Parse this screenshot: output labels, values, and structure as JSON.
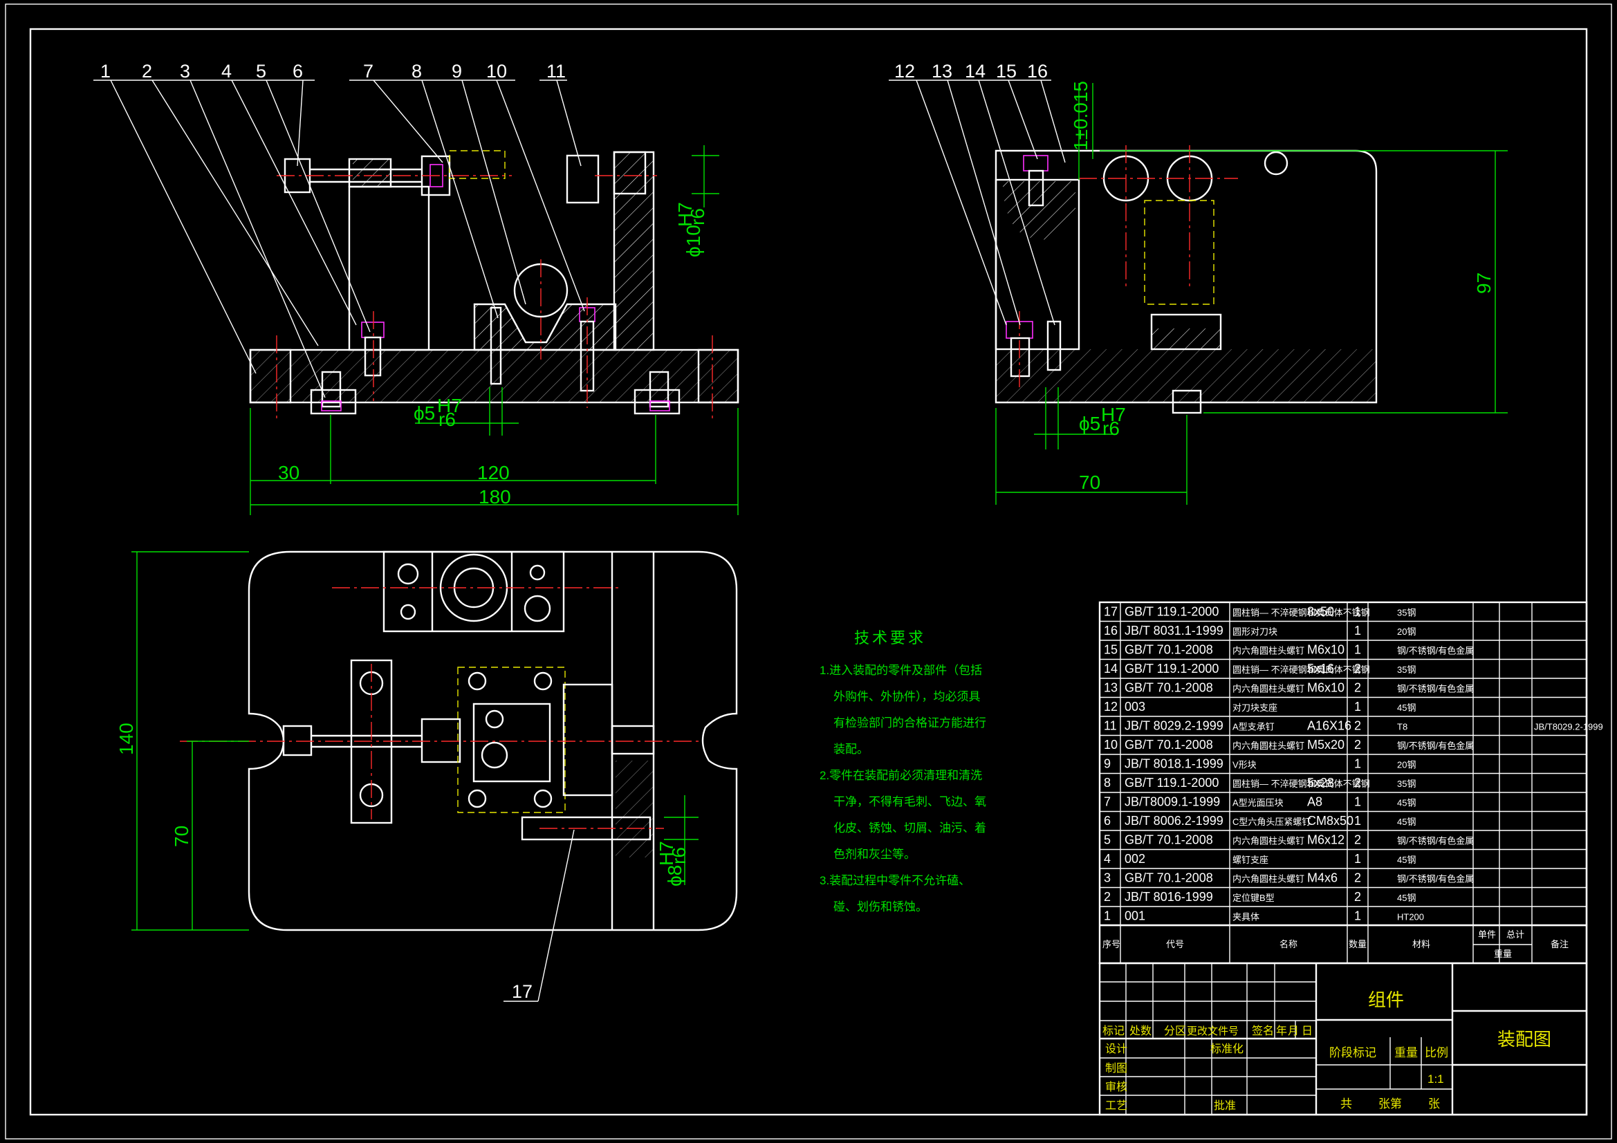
{
  "leaders_front": [
    "1",
    "2",
    "3",
    "4",
    "5",
    "6",
    "7",
    "8",
    "9",
    "10",
    "11"
  ],
  "leaders_side": [
    "12",
    "13",
    "14",
    "15",
    "16"
  ],
  "leader_bottom": "17",
  "dims": {
    "d30": "30",
    "d120": "120",
    "d180": "180",
    "phi5_front": "ϕ5",
    "phi5_side": "ϕ5",
    "phi10": "ϕ10",
    "phi8": "ϕ8",
    "fit_h": "H7",
    "fit_r": "r6",
    "tol": "1±0.015",
    "d97": "97",
    "d70_side": "70",
    "d140": "140",
    "d70_top": "70"
  },
  "tech": {
    "title": "技术要求",
    "lines": [
      "1.进入装配的零件及部件（包括",
      "外购件、外协件），均必须具",
      "有检验部门的合格证方能进行",
      "装配。",
      "2.零件在装配前必须清理和清洗",
      "干净，不得有毛刺、飞边、氧",
      "化皮、锈蚀、切屑、油污、着",
      "色剂和灰尘等。",
      "3.装配过程中零件不允许磕、",
      "碰、划伤和锈蚀。"
    ]
  },
  "bom": {
    "rows": [
      {
        "no": "17",
        "code": "GB/T 119.1-2000",
        "name": "圆柱销— 不淬硬钢和奥氏体不锈钢",
        "spec": "8x50",
        "qty": "1",
        "mat": "35钢",
        "note": ""
      },
      {
        "no": "16",
        "code": "JB/T 8031.1-1999",
        "name": "圆形对刀块",
        "spec": "",
        "qty": "1",
        "mat": "20钢",
        "note": ""
      },
      {
        "no": "15",
        "code": "GB/T 70.1-2008",
        "name": "内六角圆柱头螺钉",
        "spec": "M6x10",
        "qty": "1",
        "mat": "钢/不锈钢/有色金属",
        "note": ""
      },
      {
        "no": "14",
        "code": "GB/T 119.1-2000",
        "name": "圆柱销— 不淬硬钢和奥氏体不锈钢",
        "spec": "5x16",
        "qty": "2",
        "mat": "35钢",
        "note": ""
      },
      {
        "no": "13",
        "code": "GB/T 70.1-2008",
        "name": "内六角圆柱头螺钉",
        "spec": "M6x10",
        "qty": "2",
        "mat": "钢/不锈钢/有色金属",
        "note": ""
      },
      {
        "no": "12",
        "code": "003",
        "name": "对刀块支座",
        "spec": "",
        "qty": "1",
        "mat": "45钢",
        "note": ""
      },
      {
        "no": "11",
        "code": "JB/T 8029.2-1999",
        "name": "A型支承钉",
        "spec": "A16X16",
        "qty": "2",
        "mat": "T8",
        "note": "JB/T8029.2-1999"
      },
      {
        "no": "10",
        "code": "GB/T 70.1-2008",
        "name": "内六角圆柱头螺钉",
        "spec": "M5x20",
        "qty": "2",
        "mat": "钢/不锈钢/有色金属",
        "note": ""
      },
      {
        "no": "9",
        "code": "JB/T 8018.1-1999",
        "name": "V形块",
        "spec": "",
        "qty": "1",
        "mat": "20钢",
        "note": ""
      },
      {
        "no": "8",
        "code": "GB/T 119.1-2000",
        "name": "圆柱销— 不淬硬钢和奥氏体不锈钢",
        "spec": "5x28",
        "qty": "2",
        "mat": "35钢",
        "note": ""
      },
      {
        "no": "7",
        "code": "JB/T8009.1-1999",
        "name": "A型光面压块",
        "spec": "A8",
        "qty": "1",
        "mat": "45钢",
        "note": ""
      },
      {
        "no": "6",
        "code": "JB/T 8006.2-1999",
        "name": "C型六角头压紧螺钉",
        "spec": "CM8x50",
        "qty": "1",
        "mat": "45钢",
        "note": ""
      },
      {
        "no": "5",
        "code": "GB/T 70.1-2008",
        "name": "内六角圆柱头螺钉",
        "spec": "M6x12",
        "qty": "2",
        "mat": "钢/不锈钢/有色金属",
        "note": ""
      },
      {
        "no": "4",
        "code": "002",
        "name": "螺钉支座",
        "spec": "",
        "qty": "1",
        "mat": "45钢",
        "note": ""
      },
      {
        "no": "3",
        "code": "GB/T 70.1-2008",
        "name": "内六角圆柱头螺钉",
        "spec": "M4x6",
        "qty": "2",
        "mat": "钢/不锈钢/有色金属",
        "note": ""
      },
      {
        "no": "2",
        "code": "JB/T 8016-1999",
        "name": "定位键B型",
        "spec": "",
        "qty": "2",
        "mat": "45钢",
        "note": ""
      },
      {
        "no": "1",
        "code": "001",
        "name": "夹具体",
        "spec": "",
        "qty": "1",
        "mat": "HT200",
        "note": ""
      }
    ],
    "header": {
      "no": "序号",
      "code": "代号",
      "name": "名称",
      "qty": "数量",
      "mat": "材料",
      "single": "单件",
      "total": "总计",
      "weight": "重量",
      "note": "备注"
    }
  },
  "title_block": {
    "part": "组件",
    "drawing": "装配图",
    "rev_headers": [
      "标记",
      "处数",
      "分区",
      "更改文件号",
      "签名",
      "年",
      "月",
      "日"
    ],
    "design": "设计",
    "standard": "标准化",
    "draw": "制图",
    "check": "审核",
    "process": "工艺",
    "approve": "批准",
    "stage": "阶段标记",
    "weight": "重量",
    "scale_label": "比例",
    "scale": "1:1",
    "total": "共",
    "sheet": "张第",
    "sheet2": "张"
  }
}
